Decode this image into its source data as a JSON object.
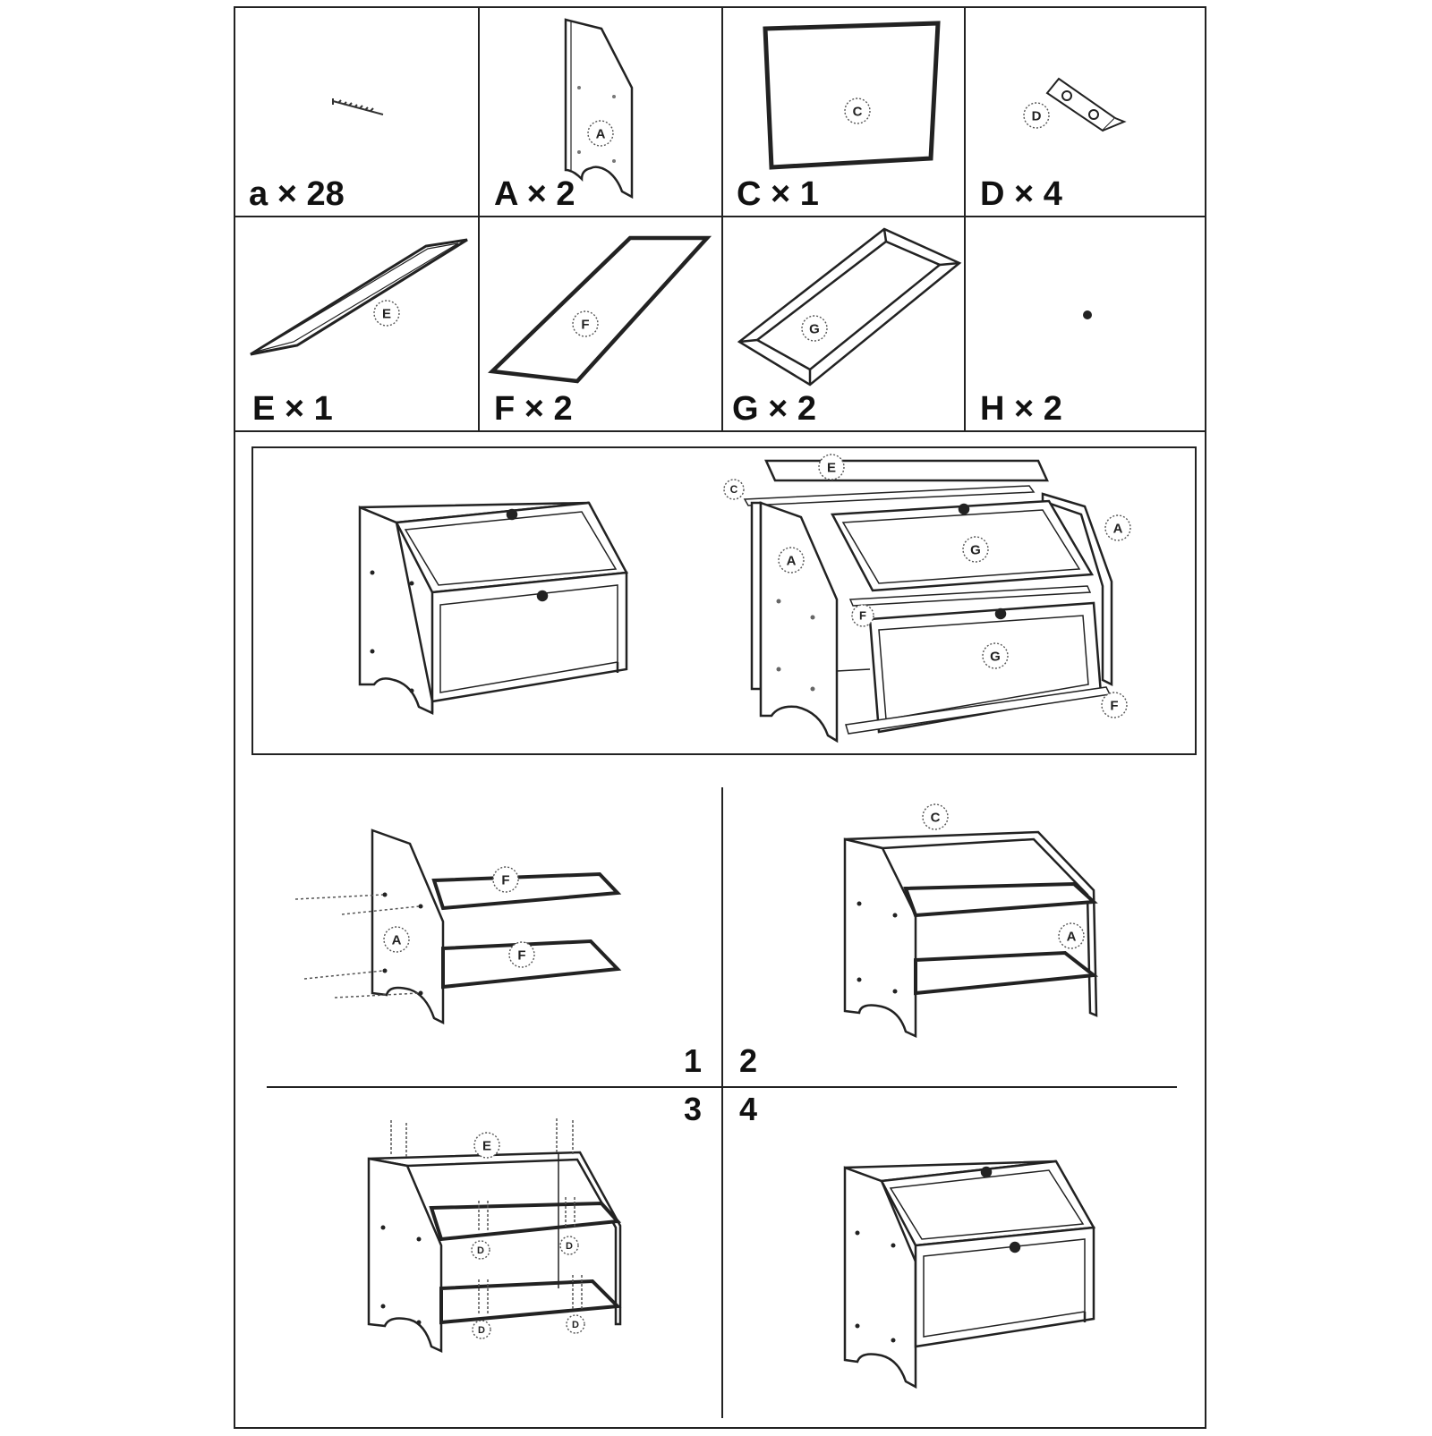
{
  "parts": [
    {
      "code": "a",
      "quantity": "a × 28"
    },
    {
      "code": "A",
      "quantity": "A × 2"
    },
    {
      "code": "C",
      "quantity": "C × 1"
    },
    {
      "code": "D",
      "quantity": "D × 4"
    },
    {
      "code": "E",
      "quantity": "E × 1"
    },
    {
      "code": "F",
      "quantity": "F × 2"
    },
    {
      "code": "G",
      "quantity": "G × 2"
    },
    {
      "code": "H",
      "quantity": "H × 2"
    }
  ],
  "steps": [
    "1",
    "2",
    "3",
    "4"
  ],
  "labels": {
    "A": "A",
    "C": "C",
    "D": "D",
    "E": "E",
    "F": "F",
    "G": "G"
  }
}
